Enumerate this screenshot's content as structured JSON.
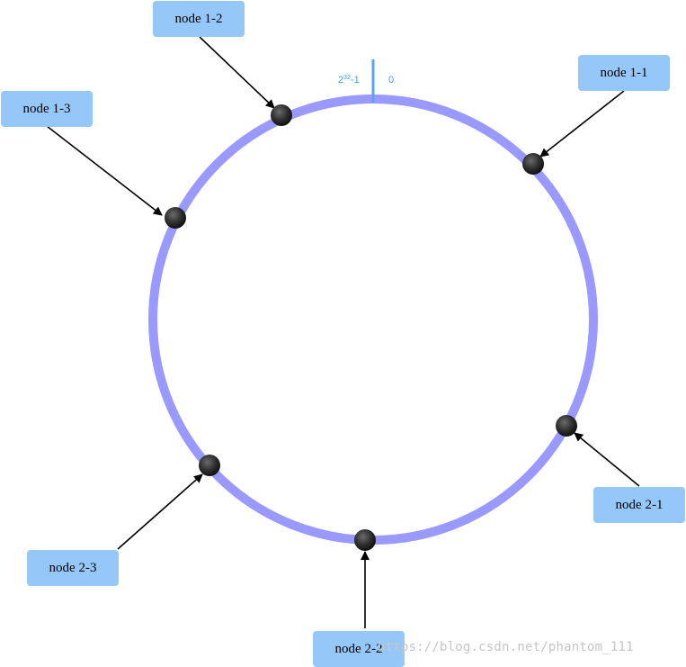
{
  "ring": {
    "max_label_base": "2",
    "max_label_exp": "32",
    "max_label_suffix": "-1",
    "zero_label": "0",
    "ring_color": "#9999ff",
    "marker_color": "#5aa5ee"
  },
  "nodes": [
    {
      "id": "node-1-1",
      "label": "node 1-1"
    },
    {
      "id": "node-1-2",
      "label": "node 1-2"
    },
    {
      "id": "node-1-3",
      "label": "node 1-3"
    },
    {
      "id": "node-2-1",
      "label": "node 2-1"
    },
    {
      "id": "node-2-2",
      "label": "node 2-2"
    },
    {
      "id": "node-2-3",
      "label": "node 2-3"
    }
  ],
  "watermark": "https://blog.csdn.net/phantom_111"
}
